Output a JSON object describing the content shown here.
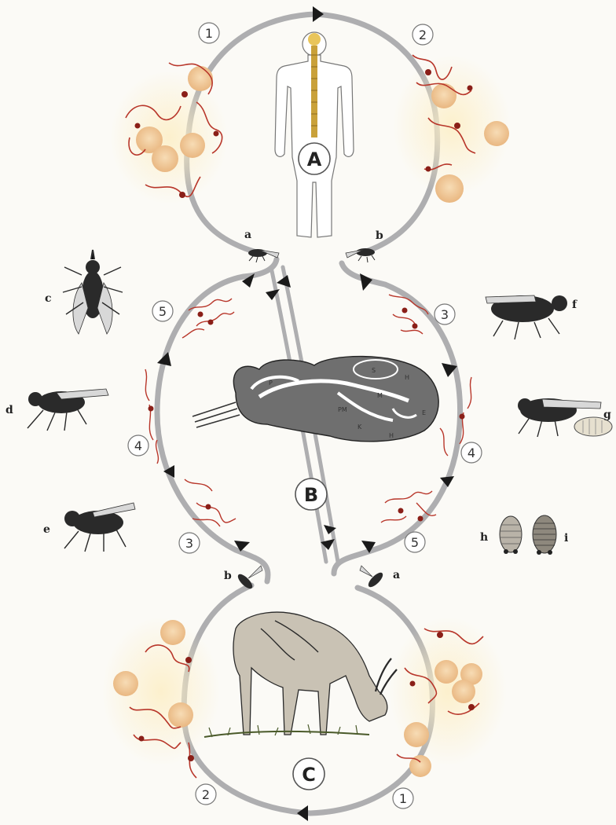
{
  "stages": {
    "top_1": "1",
    "top_2": "2",
    "upper_left_5": "5",
    "upper_right_3": "3",
    "left_4": "4",
    "right_4": "4",
    "lower_left_3": "3",
    "lower_right_5": "5",
    "bottom_2": "2",
    "bottom_1": "1"
  },
  "hosts": {
    "human": "A",
    "tsetse_fly": "B",
    "antelope": "C"
  },
  "fly_labels": {
    "top_a": "a",
    "top_b": "b",
    "c": "c",
    "d": "d",
    "e": "e",
    "f": "f",
    "g": "g",
    "h": "h",
    "i": "i",
    "bottom_b": "b",
    "bottom_a": "a"
  },
  "gut_labels": {
    "p": "P",
    "s": "S",
    "h_top": "H",
    "m": "M",
    "pm": "PM",
    "k": "K",
    "e": "E",
    "h_bottom": "H"
  },
  "colors": {
    "path": "#aeaeb0",
    "arrow": "#1a1a1a",
    "parasite": "#b8362a",
    "cell": "#efc89a",
    "glow": "#fbeec0"
  }
}
